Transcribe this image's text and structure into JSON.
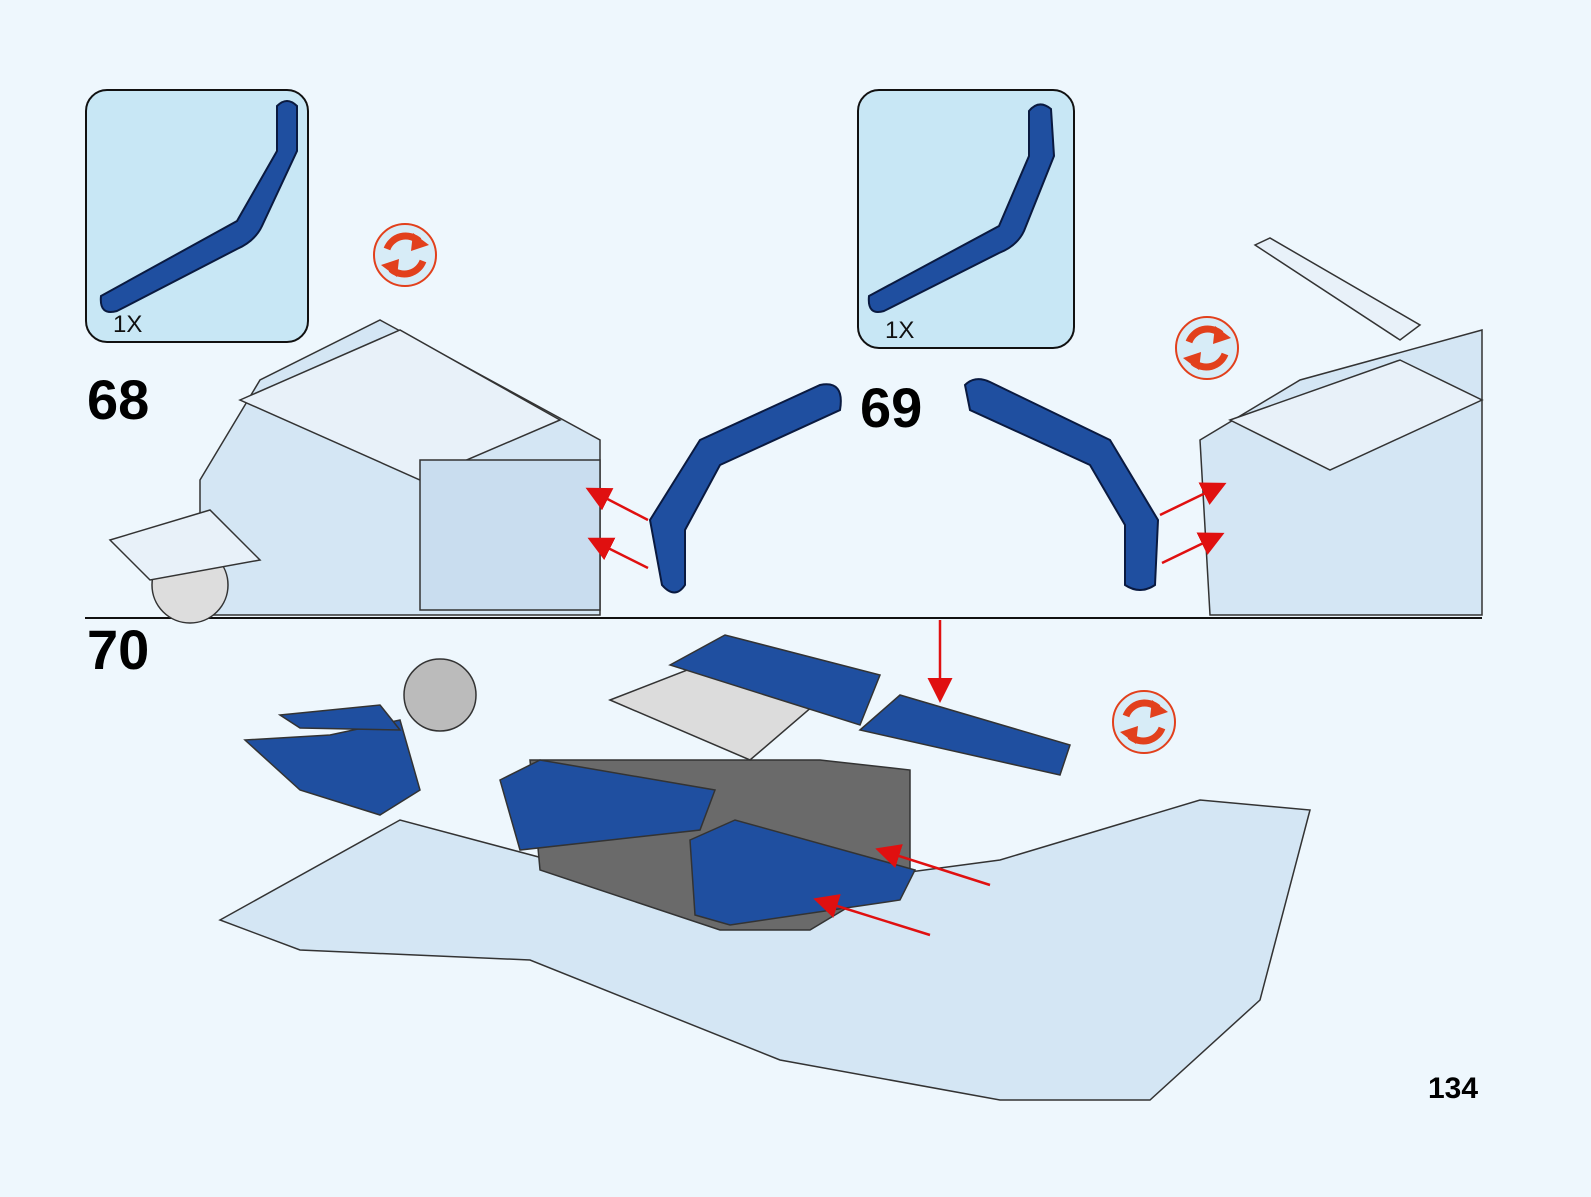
{
  "page_number": "134",
  "colors": {
    "background": "#eef7fd",
    "callout": "#c8e7f5",
    "part_blue": "#1f4fa0",
    "arrow_red": "#e01010",
    "model_light": "#d4e6f4"
  },
  "steps": [
    {
      "number": "68",
      "part_callout": {
        "part": "blue-bent-liftarm",
        "quantity": "1X"
      },
      "icon": "rotate-model-icon"
    },
    {
      "number": "69",
      "part_callout": {
        "part": "blue-bent-liftarm",
        "quantity": "1X"
      },
      "icon": "rotate-model-icon"
    },
    {
      "number": "70",
      "icon": "rotate-model-icon"
    }
  ]
}
